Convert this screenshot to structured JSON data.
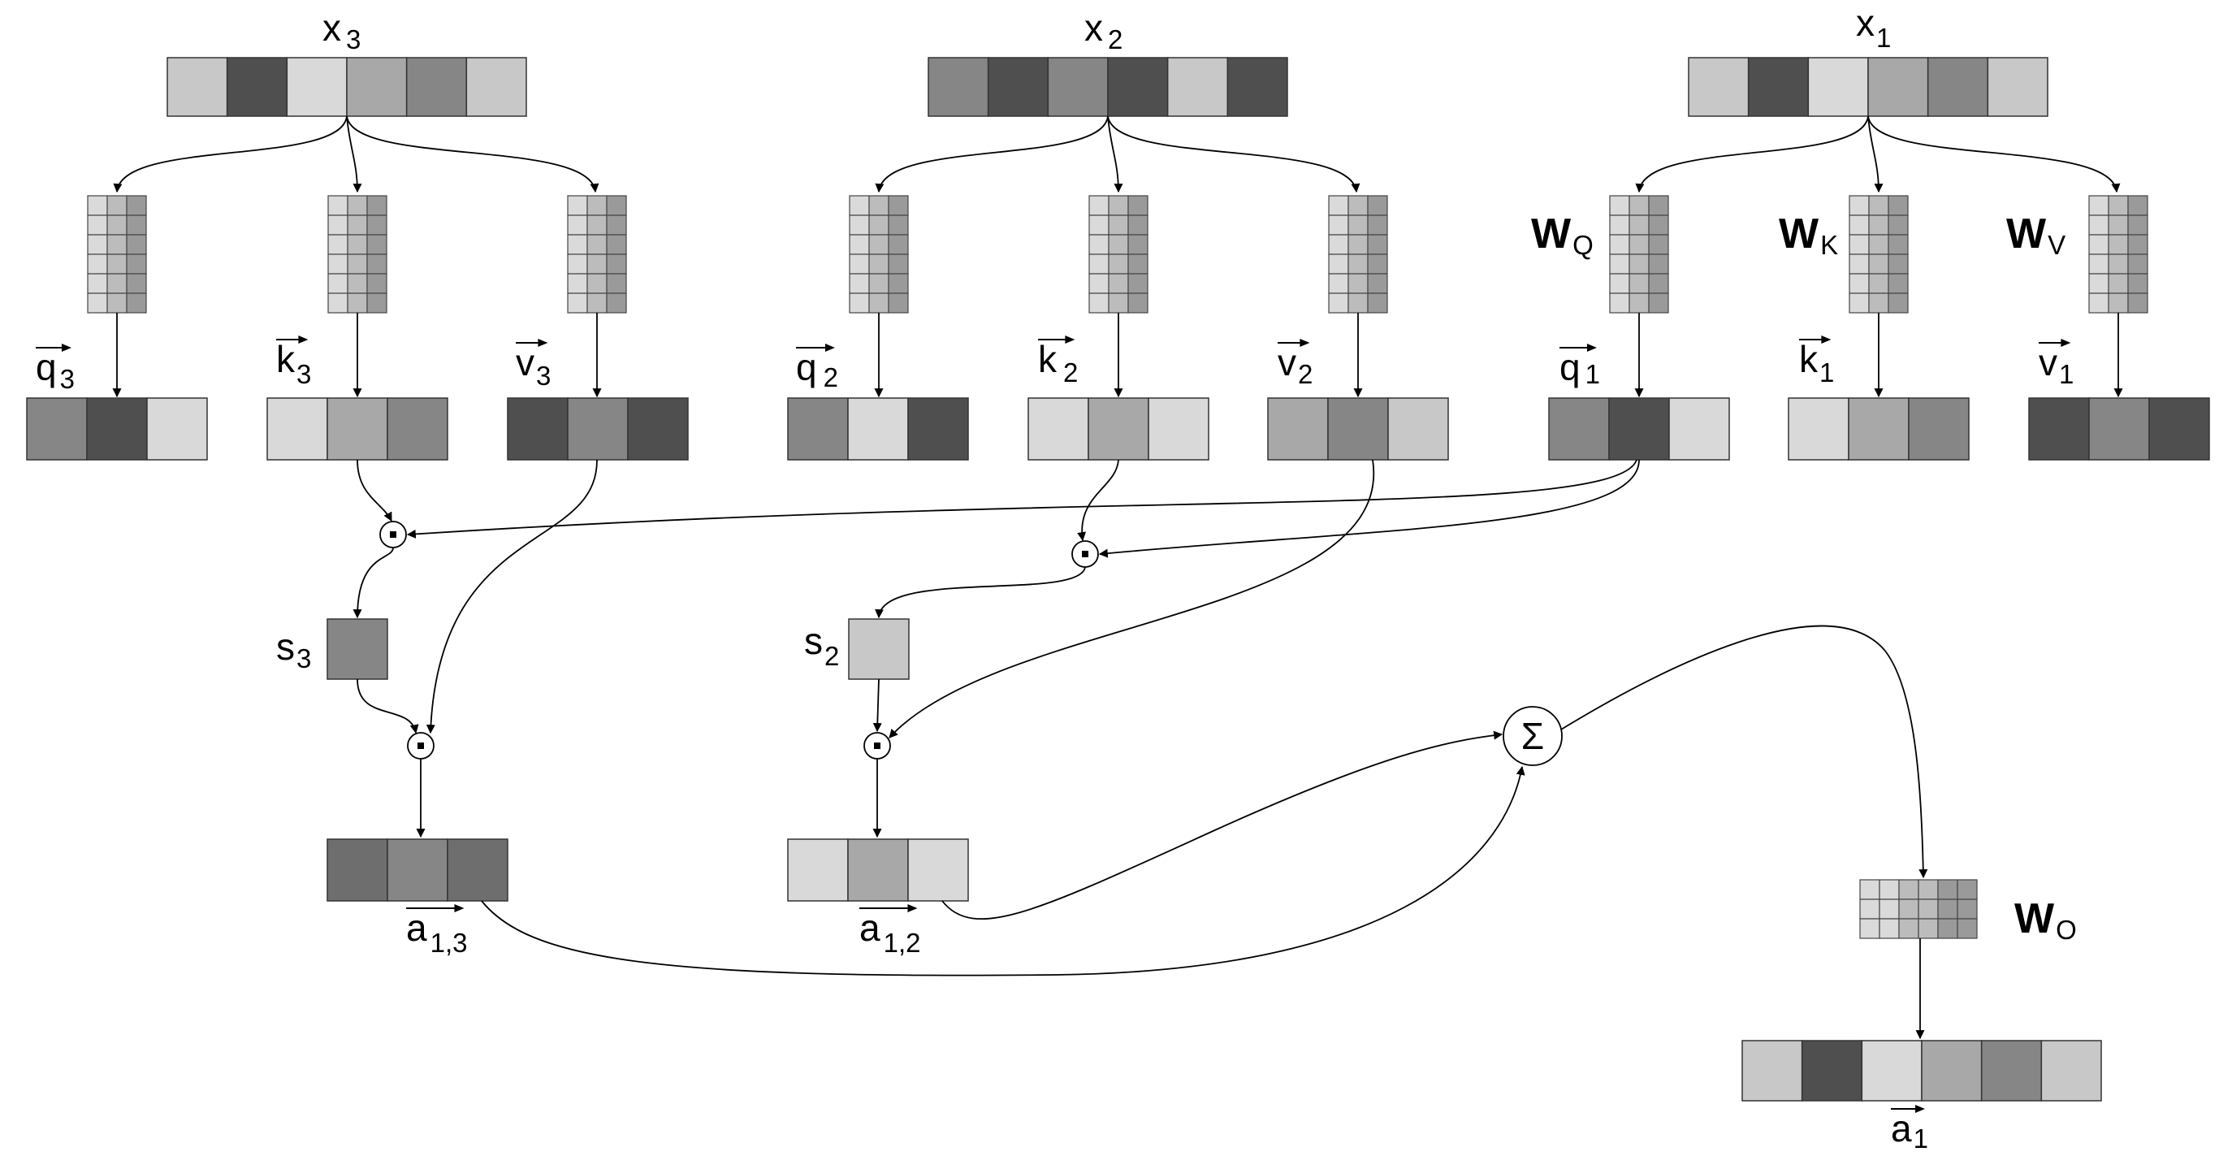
{
  "colors": {
    "c1": "#c8c8c8",
    "c2": "#4f4f4f",
    "c3": "#d9d9d9",
    "c4": "#a8a8a8",
    "c5": "#868686",
    "c6": "#6e6e6e",
    "matrix_light": "#dadada",
    "matrix_mid": "#bcbcbc",
    "matrix_dark": "#9a9a9a"
  },
  "inputs": [
    {
      "name": "x",
      "sub": "3",
      "cells": [
        "c1",
        "c2",
        "c3",
        "c4",
        "c5",
        "c1"
      ]
    },
    {
      "name": "x",
      "sub": "2",
      "cells": [
        "c5",
        "c2",
        "c5",
        "c2",
        "c1",
        "c2"
      ]
    },
    {
      "name": "x",
      "sub": "1",
      "cells": [
        "c1",
        "c2",
        "c3",
        "c4",
        "c5",
        "c1"
      ]
    }
  ],
  "weights": {
    "wq": {
      "name": "W",
      "sub": "Q"
    },
    "wk": {
      "name": "W",
      "sub": "K"
    },
    "wv": {
      "name": "W",
      "sub": "V"
    },
    "wo": {
      "name": "W",
      "sub": "O"
    }
  },
  "vectors": {
    "q3": {
      "name": "q",
      "sub": "3",
      "cells": [
        "c5",
        "c2",
        "c3"
      ]
    },
    "k3": {
      "name": "k",
      "sub": "3",
      "cells": [
        "c3",
        "c4",
        "c5"
      ]
    },
    "v3": {
      "name": "v",
      "sub": "3",
      "cells": [
        "c2",
        "c5",
        "c2"
      ]
    },
    "q2": {
      "name": "q",
      "sub": "2",
      "cells": [
        "c5",
        "c3",
        "c2"
      ]
    },
    "k2": {
      "name": "k",
      "sub": "2",
      "cells": [
        "c3",
        "c4",
        "c3"
      ]
    },
    "v2": {
      "name": "v",
      "sub": "2",
      "cells": [
        "c4",
        "c5",
        "c1"
      ]
    },
    "q1": {
      "name": "q",
      "sub": "1",
      "cells": [
        "c5",
        "c2",
        "c3"
      ]
    },
    "k1": {
      "name": "k",
      "sub": "1",
      "cells": [
        "c3",
        "c4",
        "c5"
      ]
    },
    "v1": {
      "name": "v",
      "sub": "1",
      "cells": [
        "c2",
        "c5",
        "c2"
      ]
    }
  },
  "scores": {
    "s3": {
      "name": "s",
      "sub": "3",
      "color": "c5"
    },
    "s2": {
      "name": "s",
      "sub": "2",
      "color": "c1"
    }
  },
  "weighted": {
    "a13": {
      "name": "a",
      "sub": "1,3",
      "cells": [
        "c6",
        "c5",
        "c6"
      ]
    },
    "a12": {
      "name": "a",
      "sub": "1,2",
      "cells": [
        "c3",
        "c4",
        "c3"
      ]
    }
  },
  "sum_symbol": "Σ",
  "output": {
    "name": "a",
    "sub": "1",
    "cells": [
      "c1",
      "c2",
      "c3",
      "c4",
      "c5",
      "c1"
    ]
  }
}
